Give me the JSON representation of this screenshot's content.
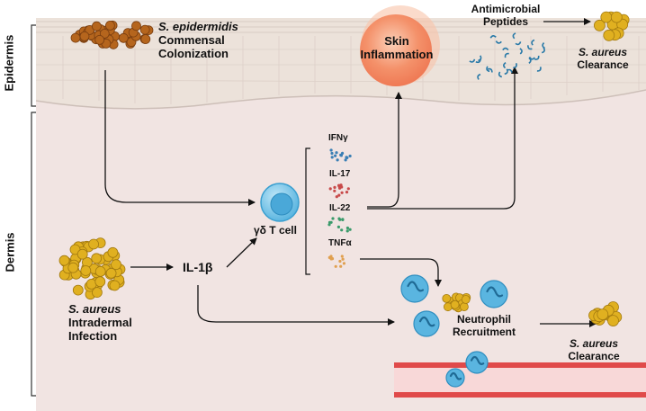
{
  "layers": {
    "epidermis": "Epidermis",
    "dermis": "Dermis"
  },
  "s_epi": {
    "species": "S. epidermidis",
    "line2": "Commensal",
    "line3": "Colonization"
  },
  "inflammation": {
    "line1": "Skin",
    "line2": "Inflammation"
  },
  "amp": {
    "line1": "Antimicrobial",
    "line2": "Peptides"
  },
  "clearance_top": {
    "species": "S. aureus",
    "line2": "Clearance"
  },
  "infection": {
    "species": "S. aureus",
    "line2": "Intradermal",
    "line3": "Infection"
  },
  "il1b": "IL-1β",
  "gd_t_cell": "γδ T cell",
  "cytokines": [
    "IFNγ",
    "IL-17",
    "IL-22",
    "TNFα"
  ],
  "neutrophil": {
    "line1": "Neutrophil",
    "line2": "Recruitment"
  },
  "clearance_bottom": {
    "species": "S. aureus",
    "line2": "Clearance"
  },
  "colors": {
    "epidermis_bg": "#ece2da",
    "dermis_bg": "#f1e4e2",
    "staph_aureus": "#e0b020",
    "staph_epi": "#b5651d",
    "t_cell": "#5ab5e0",
    "inflammation": "#f4916a",
    "vessel": "#e04a4a",
    "ifng": "#3a7fb5",
    "il17": "#c84a4a",
    "il22": "#3a9a6a",
    "tnfa": "#e0a050"
  }
}
